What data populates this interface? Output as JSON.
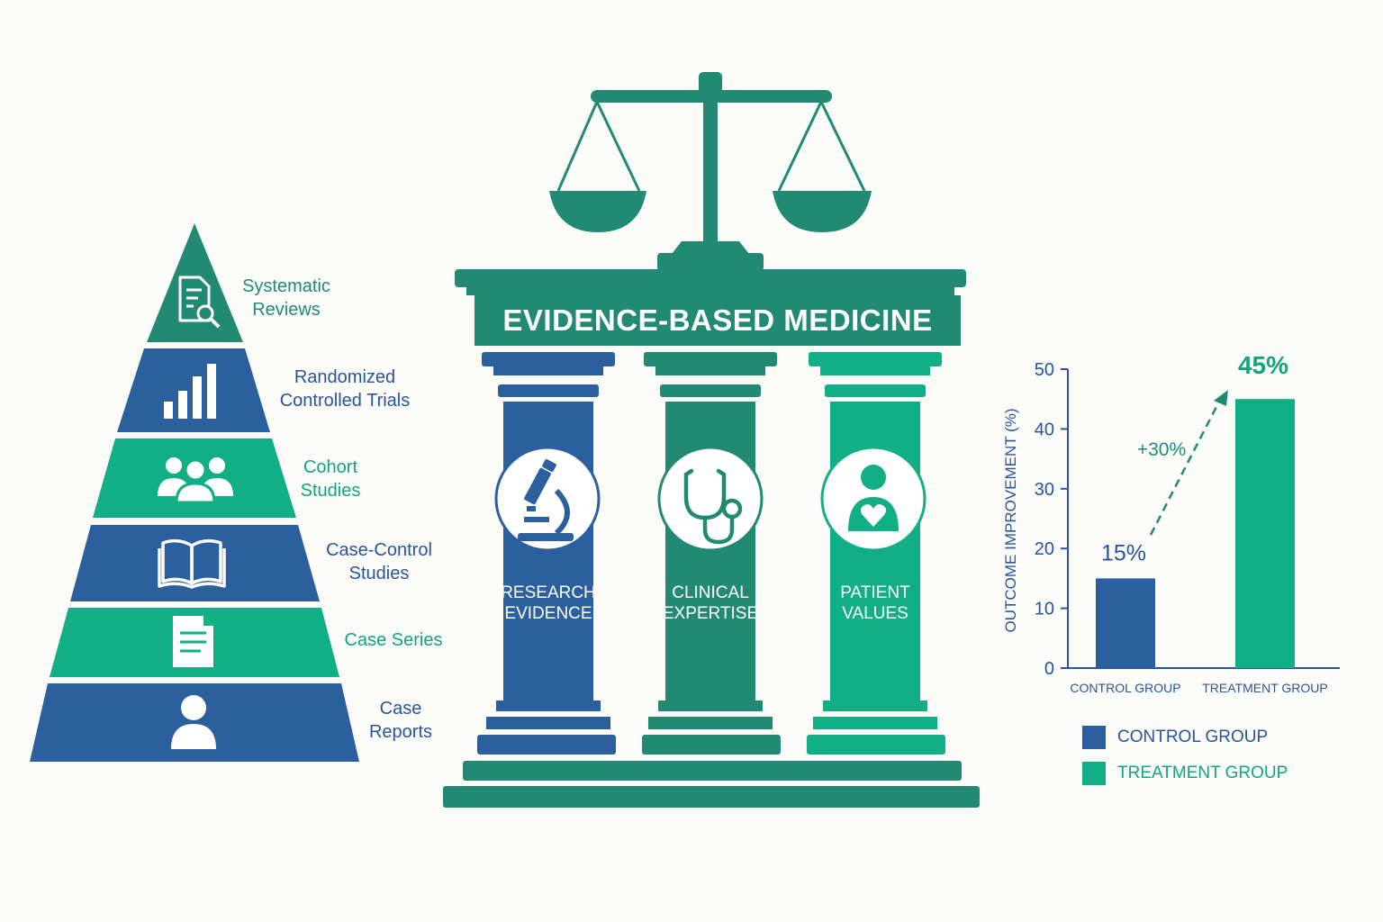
{
  "colors": {
    "blue": "#2c5f9e",
    "teal": "#228a72",
    "green": "#12ae86",
    "blue_text": "#2855a0",
    "teal_text": "#228a72",
    "green_text": "#12a57e"
  },
  "pyramid": {
    "levels": [
      {
        "lines": [
          "Systematic",
          "Reviews"
        ],
        "icon": "document-search-icon",
        "color": "teal"
      },
      {
        "lines": [
          "Randomized",
          "Controlled Trials"
        ],
        "icon": "bar-chart-icon",
        "color": "blue"
      },
      {
        "lines": [
          "Cohort",
          "Studies"
        ],
        "icon": "group-icon",
        "color": "green"
      },
      {
        "lines": [
          "Case-Control",
          "Studies"
        ],
        "icon": "open-book-icon",
        "color": "blue"
      },
      {
        "lines": [
          "Case Series"
        ],
        "icon": "document-icon",
        "color": "green"
      },
      {
        "lines": [
          "Case",
          "Reports"
        ],
        "icon": "person-icon",
        "color": "blue"
      }
    ]
  },
  "temple": {
    "title": "EVIDENCE-BASED MEDICINE",
    "icon_top": "scales-of-justice-icon",
    "pillars": [
      {
        "lines": [
          "RESEARCH",
          "EVIDENCE"
        ],
        "icon": "microscope-icon",
        "color": "blue"
      },
      {
        "lines": [
          "CLINICAL",
          "EXPERTISE"
        ],
        "icon": "stethoscope-icon",
        "color": "teal"
      },
      {
        "lines": [
          "PATIENT",
          "VALUES"
        ],
        "icon": "patient-heart-icon",
        "color": "green"
      }
    ]
  },
  "chart_data": {
    "type": "bar",
    "categories": [
      "CONTROL GROUP",
      "TREATMENT GROUP"
    ],
    "values": [
      15,
      45
    ],
    "data_labels": [
      "15%",
      "45%"
    ],
    "bar_colors": [
      "#2c5f9e",
      "#12ae86"
    ],
    "ylabel": "OUTCOME IMPROVEMENT (%)",
    "ylim": [
      0,
      50
    ],
    "yticks": [
      0,
      10,
      20,
      30,
      40,
      50
    ],
    "annotation": "+30%",
    "grid": false,
    "legend": {
      "placement": "bottom",
      "entries": [
        {
          "label": "CONTROL GROUP",
          "color": "#2c5f9e"
        },
        {
          "label": "TREATMENT GROUP",
          "color": "#12ae86"
        }
      ]
    }
  }
}
